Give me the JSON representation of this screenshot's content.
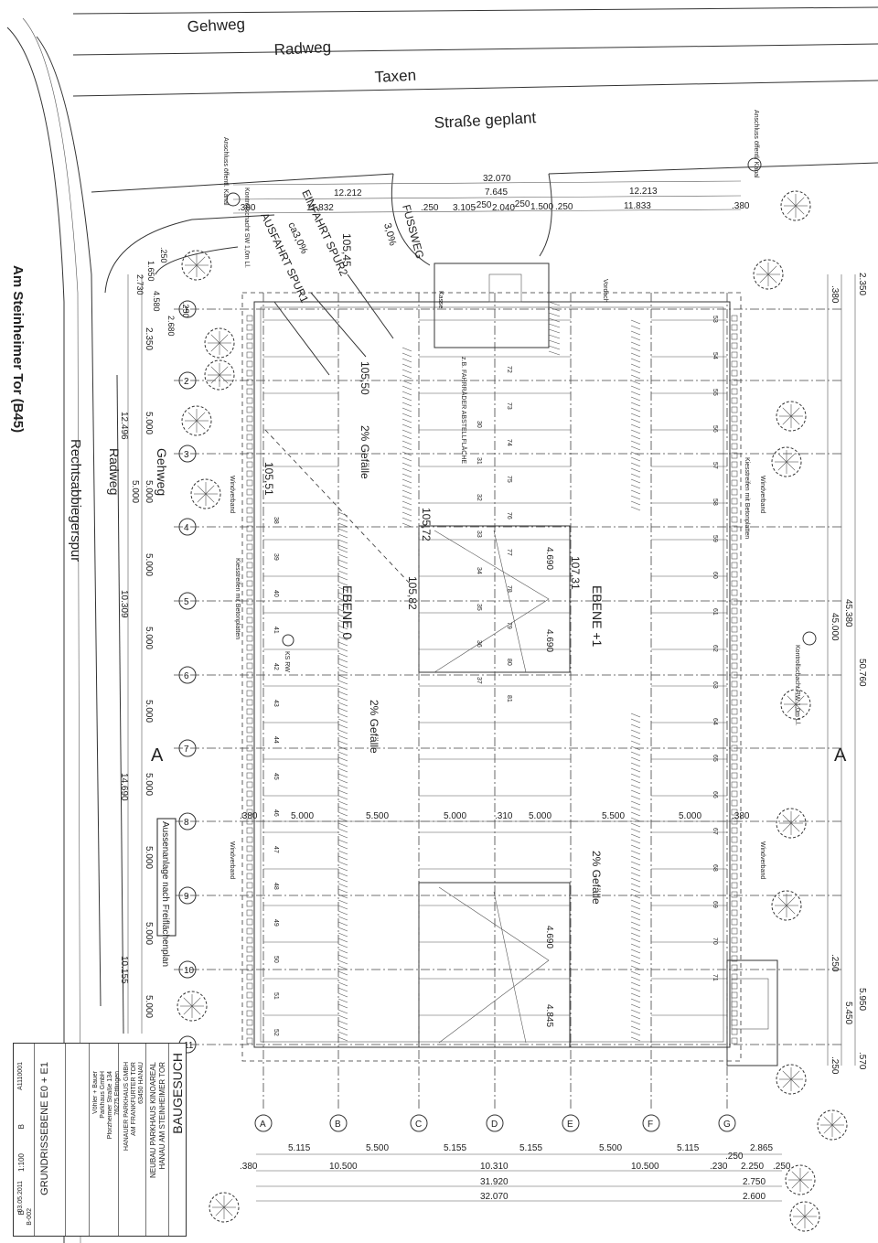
{
  "street": {
    "gehweg_top": "Gehweg",
    "radweg_top": "Radweg",
    "taxen": "Taxen",
    "strasse_geplant": "Straße geplant",
    "main_road": "Am Steinheimer Tor (B45)",
    "rechtsabbiegerspur": "Rechtsabbiegerspur",
    "radweg_left": "Radweg",
    "gehweg_left": "Gehweg",
    "fussweg": "FUSSWEG",
    "fussweg_slope": "3,0%",
    "einfahrt": "EINFAHRT SPUR2",
    "ausfahrt": "AUSFAHRT SPUR1",
    "slope_ramp": "ca3,0%"
  },
  "labels": {
    "ebene0": "EBENE 0",
    "ebene1": "EBENE +1",
    "gefaelle_a": "2% Gefälle",
    "gefaelle_b": "2% Gefälle",
    "gefaelle_c": "2% Gefälle",
    "section_left": "A",
    "section_right": "A",
    "aussenanlage": "Aussenanlage nach Freiflächenplan",
    "kiesstreifen_l": "Kiesstreifen mit Betonplatten",
    "kiesstreifen_r": "Kiesstreifen mit Betonplatten",
    "windverband_1": "Windverband",
    "windverband_2": "Windverband",
    "windverband_3": "Windverband",
    "windverband_4": "Windverband",
    "kontroll_rw": "Kontrollschacht RW 1,0m Ll.",
    "kontroll_sw": "Kontrollschacht SW 1,0m Ll.",
    "anschluss_l": "Anschluss öffentl. Kanal",
    "anschluss_r": "Anschluss öffentl. Kanal",
    "fahrraeder": "z.B. FAHRRÄDER ABSTELLFLÄCHE",
    "kasse": "Kasse",
    "vordach": "Vordach",
    "ks_rw": "KS RW"
  },
  "levels": [
    "105,45",
    "105,50",
    "105,51",
    "105,72",
    "105,82",
    "107,31"
  ],
  "ramp_dims": [
    "4.690",
    "4.690",
    "4.690",
    "4.845"
  ],
  "dims_top": [
    "32.070",
    "12.212",
    "7.645",
    "12.213",
    "11.832",
    "3.105",
    "2.040",
    "1.500",
    "11.833",
    ".250",
    ".250",
    ".250",
    ".250",
    ".380",
    ".380"
  ],
  "dims_bottom": [
    "5.115",
    "5.500",
    "5.155",
    "5.155",
    "5.500",
    "5.115",
    "2.865",
    ".380",
    "10.500",
    "10.310",
    "10.500",
    ".230",
    ".250",
    "2.250",
    ".250",
    "31.920",
    "2.750",
    "32.070",
    "2.600"
  ],
  "dims_left": [
    "2.350",
    "5.000",
    "5.000",
    "5.000",
    "5.000",
    "5.000",
    "5.000",
    "5.000",
    "5.000",
    "5.000",
    "5.000",
    "12.496",
    "10.309",
    "14.690",
    "10.155",
    "2.730",
    "4.580",
    "1.650",
    "2.680",
    ".250",
    ".250"
  ],
  "dims_right": [
    "2.350",
    ".380",
    "45.380",
    "45.000",
    "50.760",
    ".250",
    "5.950",
    "5.450",
    ".250",
    ".570"
  ],
  "dims_mid": [
    ".380",
    "5.000",
    "5.500",
    "5.000",
    ".310",
    "5.000",
    "5.500",
    "5.000",
    ".380"
  ],
  "grid_rows": [
    "1",
    "2",
    "3",
    "4",
    "5",
    "6",
    "7",
    "8",
    "9",
    "10",
    "11"
  ],
  "grid_cols": [
    "A",
    "B",
    "C",
    "D",
    "E",
    "F",
    "G"
  ],
  "stalls_lower_left": [
    "38",
    "39",
    "40",
    "41",
    "42",
    "43",
    "44",
    "45",
    "46",
    "47",
    "48",
    "49",
    "50",
    "51",
    "52"
  ],
  "stalls_lower_inner": [
    "30",
    "31",
    "32",
    "33",
    "34",
    "35",
    "36",
    "37"
  ],
  "stalls_upper_inner": [
    "72",
    "73",
    "74",
    "75",
    "76",
    "77",
    "78",
    "79",
    "80",
    "81"
  ],
  "stalls_upper_right": [
    "53",
    "54",
    "55",
    "56",
    "57",
    "58",
    "59",
    "60",
    "61",
    "62",
    "63",
    "64",
    "65",
    "66",
    "67",
    "68",
    "69",
    "70",
    "71"
  ],
  "title_block": {
    "phase": "BAUGESUCH",
    "project": "NEUBAU PARKHAUS KINOAREAL",
    "location": "HANAU AM STEINHEIMER TOR",
    "client_1": "HANAUER PARKHAUS GMBH",
    "client_2": "AM FRANKFURTER TOR",
    "client_3": "63450 HANAU",
    "firm_1": "Vöhler + Bauer",
    "firm_2": "Parkhaus GmbH",
    "firm_3": "Pforzheimer Straße 134",
    "firm_4": "76275 Ettlingen",
    "drawing": "GRUNDRISSEBENE E0 + E1",
    "project_no": "A1110001",
    "sheet": "B",
    "scale": "1:100",
    "date": "03.05.2011",
    "index": "B",
    "plan_no": "B-002"
  }
}
